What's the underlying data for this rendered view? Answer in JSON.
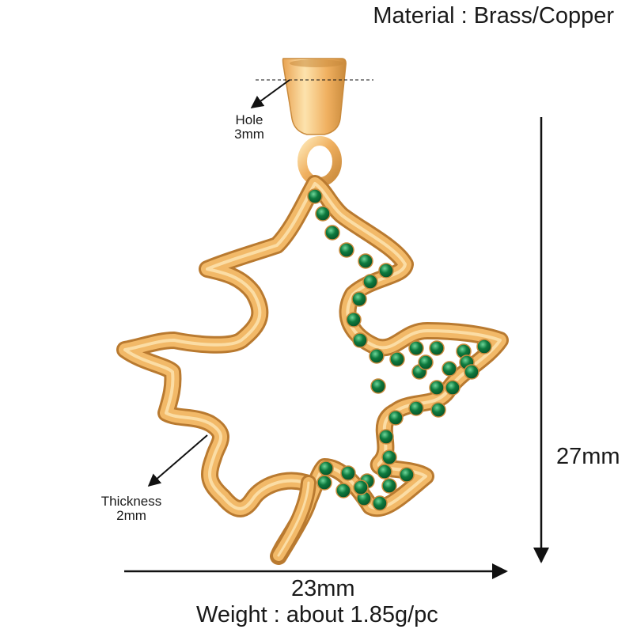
{
  "specs": {
    "material": "Material : Brass/Copper",
    "hole_line1": "Hole",
    "hole_line2": "3mm",
    "thickness_line1": "Thickness",
    "thickness_line2": "2mm",
    "height": "27mm",
    "width": "23mm",
    "weight": "Weight : about 1.85g/pc"
  },
  "colors": {
    "gold": "#f0b060",
    "gold_dark": "#c98a3c",
    "gold_light": "#fde6b4",
    "stone": "#0e7a3e",
    "stone_dark": "#064d26",
    "line": "#111111"
  },
  "product": {
    "type": "maple-leaf-pendant",
    "stone_count": 40
  }
}
